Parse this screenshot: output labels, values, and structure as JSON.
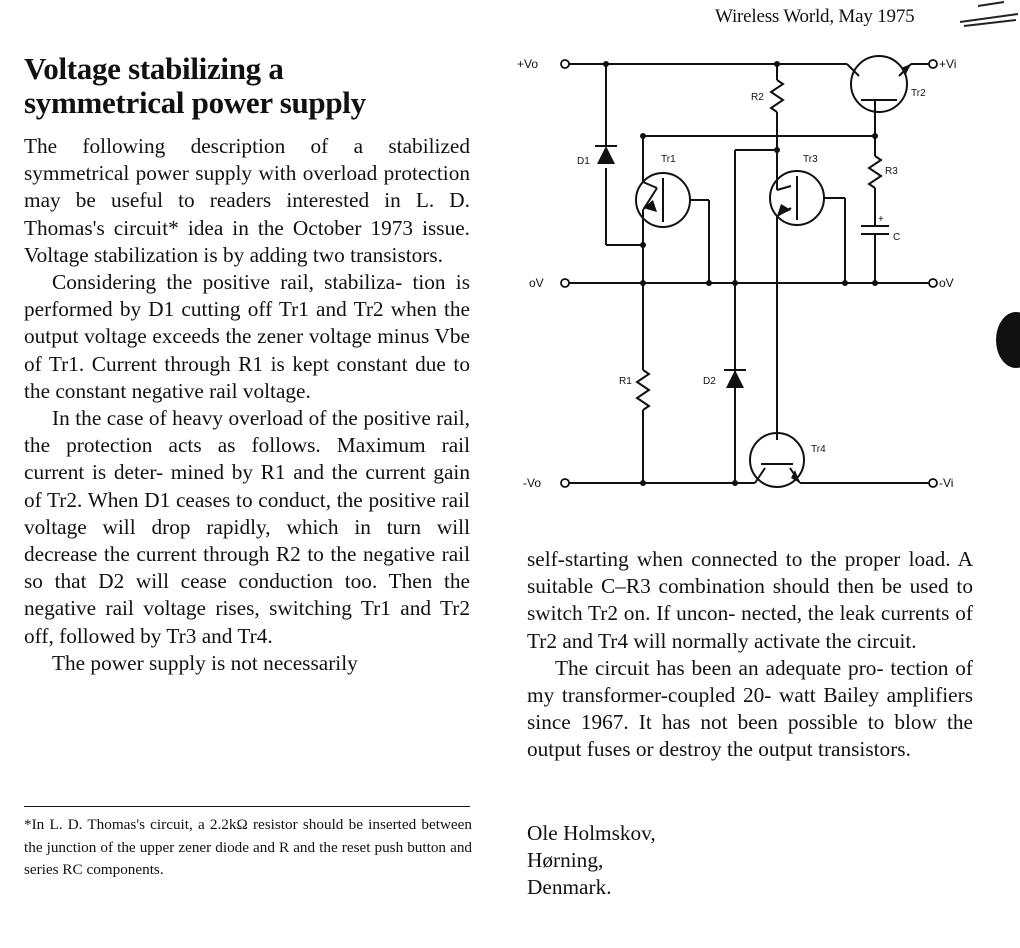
{
  "header": "Wireless World, May 1975",
  "title_lines": [
    "Voltage stabilizing a",
    "symmetrical power supply"
  ],
  "left_column": {
    "p1": [
      "The following description of a stabilized",
      "symmetrical power supply with overload",
      "protection may be useful to readers",
      "interested in L. D. Thomas's circuit*",
      "idea in the October 1973 issue. Voltage",
      "stabilization is by adding two transistors."
    ],
    "p2": [
      "Considering the positive rail, stabiliza-",
      "tion is performed by D1 cutting off Tr1 and",
      "Tr2 when the output voltage exceeds the",
      "zener voltage minus Vbe of Tr1. Current",
      "through R1 is kept constant due to the",
      "constant negative rail voltage."
    ],
    "p3": [
      "In the case of heavy overload of the",
      "positive rail, the protection acts as",
      "follows. Maximum rail current is deter-",
      "mined by R1 and the current gain of Tr2.",
      "When D1 ceases to conduct, the positive",
      "rail voltage will drop rapidly, which in",
      "turn will decrease the current through R2",
      "to the negative rail so that D2 will cease",
      "conduction too. Then the negative rail",
      "voltage rises, switching Tr1 and Tr2 off,",
      "followed by Tr3 and Tr4."
    ],
    "p4": [
      "The power supply is not necessarily"
    ]
  },
  "right_column": {
    "p1": [
      "self-starting when connected to the proper",
      "load. A suitable C–R3 combination should",
      "then be used to switch Tr2 on. If uncon-",
      "nected, the leak currents of Tr2 and Tr4",
      "will normally activate the circuit."
    ],
    "p2": [
      "The circuit has been an adequate pro-",
      "tection of my transformer-coupled 20-",
      "watt Bailey amplifiers since 1967. It has",
      "not been possible to blow the output",
      "fuses or destroy the output transistors."
    ]
  },
  "signature": [
    "Ole Holmskov,",
    "Hørning,",
    "Denmark."
  ],
  "footnote": [
    "*In L. D. Thomas's circuit, a 2.2kΩ resistor should",
    "be inserted between the junction of the upper zener",
    "diode and R and the reset push button and series",
    "RC components."
  ],
  "circuit": {
    "plus_vo": "+Vo",
    "plus_vi": "+Vi",
    "zero_v_left": "oV",
    "zero_v_right": "oV",
    "minus_vo": "-Vo",
    "minus_vi": "-Vi",
    "r1": "R1",
    "r2": "R2",
    "r3": "R3",
    "c": "C",
    "c_plus": "+",
    "d1": "D1",
    "d2": "D2",
    "tr1": "Tr1",
    "tr2": "Tr2",
    "tr3": "Tr3",
    "tr4": "Tr4"
  }
}
